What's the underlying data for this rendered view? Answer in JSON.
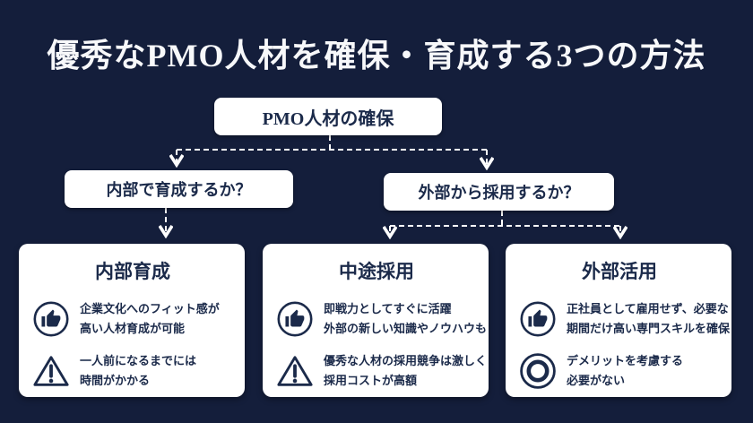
{
  "title": "優秀なPMO人材を確保・育成する3つの方法",
  "flow": {
    "root_label": "PMO人材の確保",
    "left_question": "内部で育成するか？",
    "right_question": "外部から採用するか？"
  },
  "cards": [
    {
      "title": "内部育成",
      "rows": [
        {
          "icon": "thumbs-up-icon",
          "line1": "企業文化へのフィット感が",
          "line2": "高い人材育成が可能"
        },
        {
          "icon": "warning-icon",
          "line1": "一人前になるまでには",
          "line2": "時間がかかる"
        }
      ]
    },
    {
      "title": "中途採用",
      "rows": [
        {
          "icon": "thumbs-up-icon",
          "line1": "即戦力としてすぐに活躍",
          "line2": "外部の新しい知識やノウハウも"
        },
        {
          "icon": "warning-icon",
          "line1": "優秀な人材の採用競争は激しく",
          "line2": "採用コストが高額"
        }
      ]
    },
    {
      "title": "外部活用",
      "rows": [
        {
          "icon": "thumbs-up-icon",
          "line1": "正社員として雇用せず、必要な",
          "line2": "期間だけ高い専門スキルを確保"
        },
        {
          "icon": "double-circle-icon",
          "line1": "デメリットを考慮する",
          "line2": "必要がない"
        }
      ]
    }
  ],
  "colors": {
    "background": "#141e3b",
    "box_background": "#ffffff",
    "text_navy": "#1b2a4a",
    "connector": "#ffffff"
  }
}
